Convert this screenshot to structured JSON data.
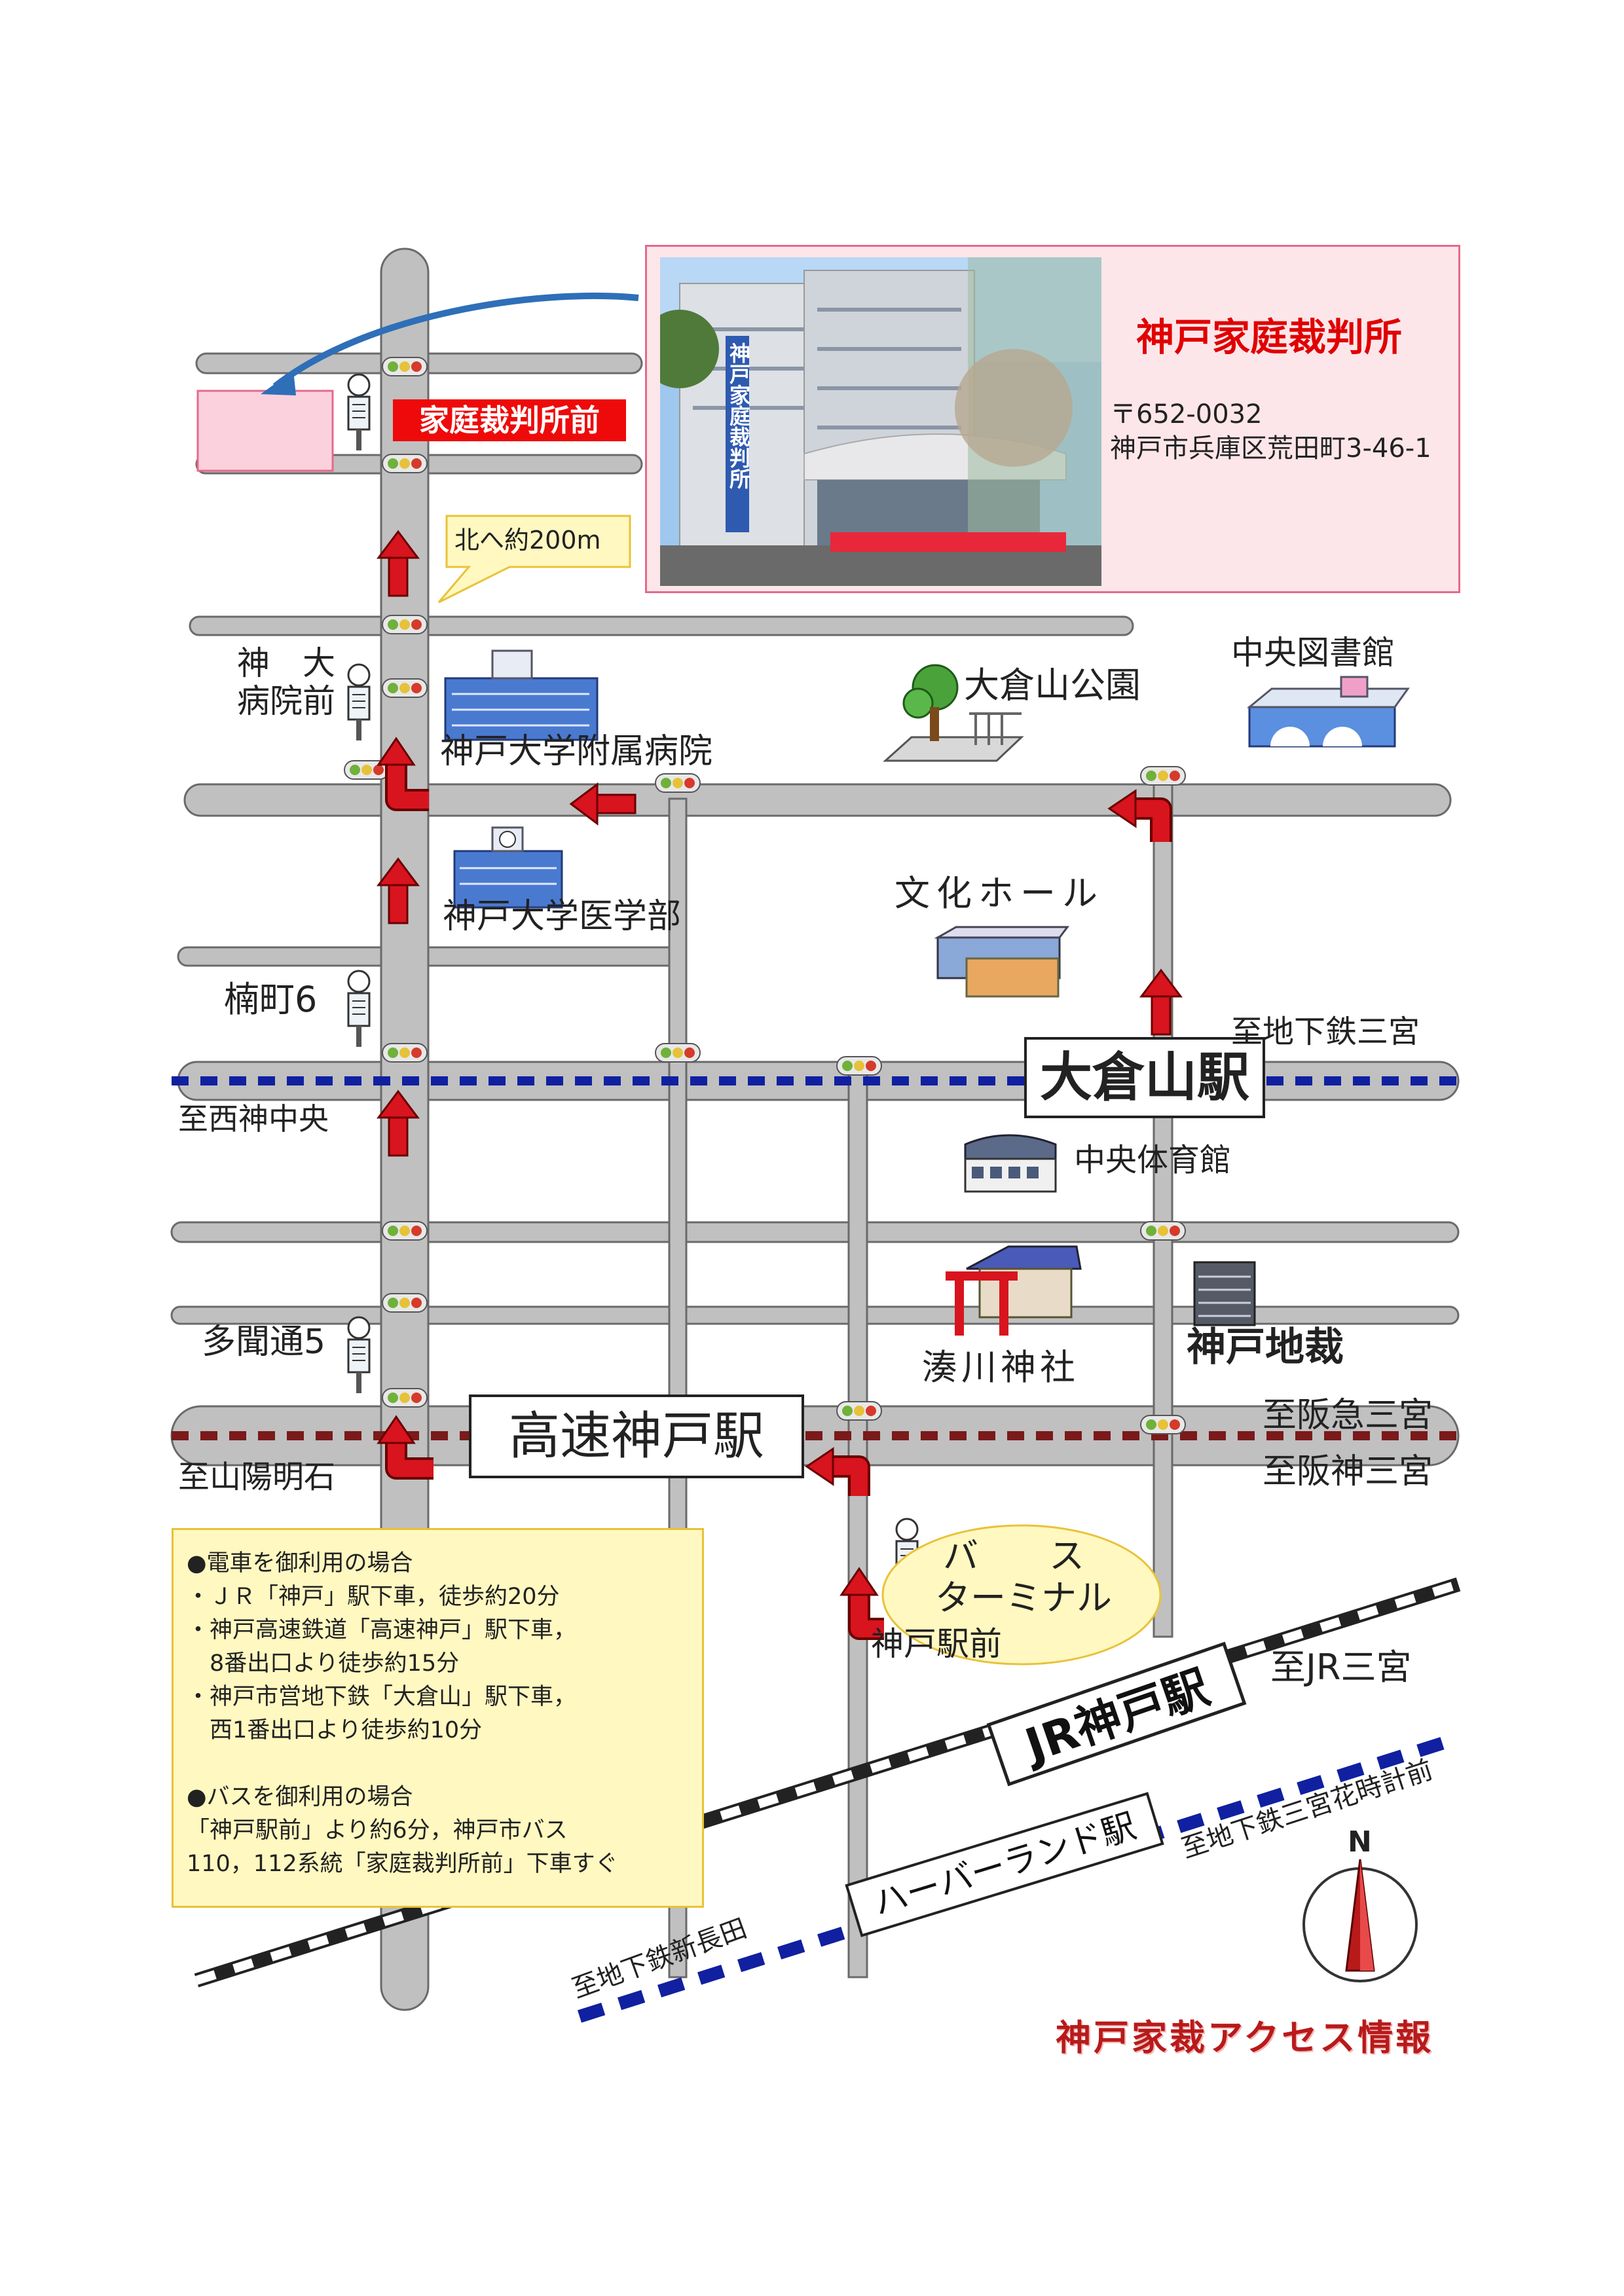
{
  "destination": {
    "name": "神戸家庭裁判所",
    "postal": "〒652-0032",
    "address": "神戸市兵庫区荒田町3-46-1",
    "building_sign": "神戸家庭裁判所"
  },
  "bus_stops": {
    "court_front": "家庭裁判所前",
    "shindai_hospital": "神　大\n病院前",
    "kusunokicho": "楠町6",
    "tamondori": "多聞通5",
    "kobe_ekimae": "神戸駅前"
  },
  "callout": "北へ約200m",
  "landmarks": {
    "hospital": "神戸大学附属病院",
    "medical_school": "神戸大学医学部",
    "okurayama_park": "大倉山公園",
    "central_library": "中央図書館",
    "culture_hall": "文化ホール",
    "central_gym": "中央体育館",
    "minatogawa_shrine": "湊川神社",
    "district_court": "神戸地裁",
    "bus_terminal_1": "バ　　ス",
    "bus_terminal_2": "ターミナル"
  },
  "stations": {
    "okurayama": "大倉山駅",
    "kosoku_kobe": "高速神戸駅",
    "jr_kobe": "JR神戸駅",
    "harborland": "ハーバーランド駅"
  },
  "directions": {
    "to_subway_sannomiya": "至地下鉄三宮",
    "to_nishi_kobe": "至西神中央",
    "to_hankyu": "至阪急三宮",
    "to_hanshin": "至阪神三宮",
    "to_sanyo_akashi": "至山陽明石",
    "to_jr_sannomiya": "至JR三宮",
    "to_sannomiya_hanadokei": "至地下鉄三宮花時計前",
    "to_shin_nagata": "至地下鉄新長田"
  },
  "access_info": {
    "lines": [
      "●電車を御利用の場合",
      "・ＪＲ「神戸」駅下車，徒歩約20分",
      "・神戸高速鉄道「高速神戸」駅下車，",
      "　8番出口より徒歩約15分",
      "・神戸市営地下鉄「大倉山」駅下車，",
      "　西1番出口より徒歩約10分",
      "",
      "●バスを御利用の場合",
      "「神戸駅前」より約6分，神戸市バス",
      "110，112系統「家庭裁判所前」下車すぐ"
    ]
  },
  "compass": "N",
  "footer": "神戸家裁アクセス情報",
  "colors": {
    "road": "#c0c0c0",
    "road_edge": "#6a6a6a",
    "route_arrow": "#d8141e",
    "subway": "#1020a0",
    "private_rail": "#7a1a1a",
    "court_red": "#e00000",
    "info_bg": "#fff8c0"
  }
}
